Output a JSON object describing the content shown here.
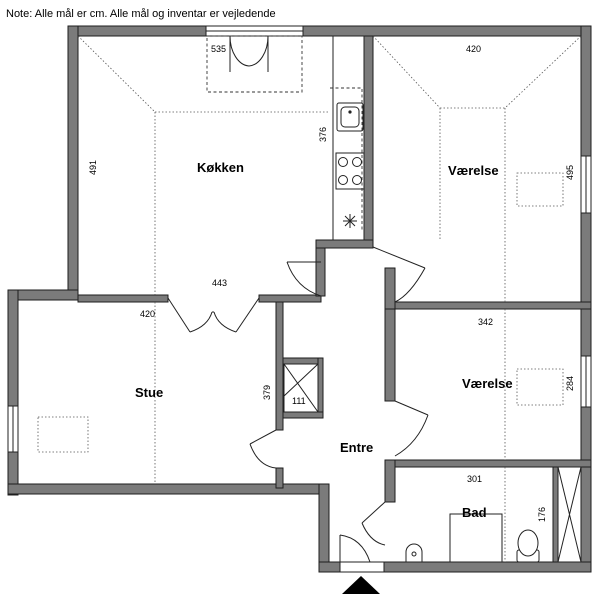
{
  "note": "Note: Alle mål er cm. Alle mål og inventar er vejledende",
  "rooms": {
    "kitchen": {
      "label": "Køkken",
      "dim_top": "535",
      "dim_left": "491",
      "dim_inner": "376"
    },
    "bedroom1": {
      "label": "Værelse",
      "dim_top": "420",
      "dim_right": "495"
    },
    "living": {
      "label": "Stue",
      "dim_top": "443",
      "dim_left": "420",
      "dim_vert": "379"
    },
    "bedroom2": {
      "label": "Værelse",
      "dim_top": "342",
      "dim_right": "284"
    },
    "entrance": {
      "label": "Entre",
      "closet": "111"
    },
    "bath": {
      "label": "Bad",
      "dim_top": "301",
      "dim_right": "176"
    }
  }
}
